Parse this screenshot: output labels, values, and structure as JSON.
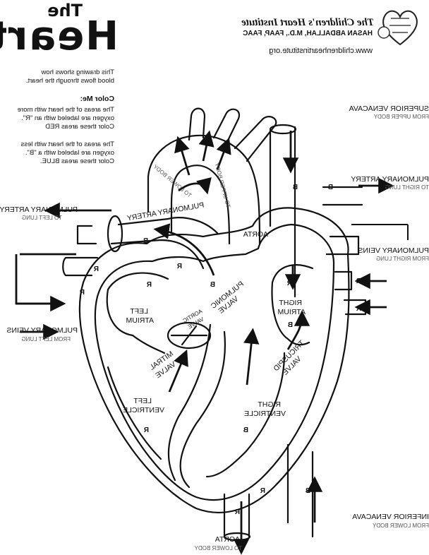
{
  "header": {
    "title_small": "The",
    "title_large": "Heart",
    "institute": "The Children's Heart Institute",
    "author": "HASAN ABDALLAH, M.D., FAAP, FAAC",
    "url": "www.childrenheartinstitute.org",
    "logo": "heart-logo-icon"
  },
  "intro": {
    "line1": "This drawing shows how",
    "line2": "blood flows through the heart.",
    "color_heading": "Color Me:",
    "red_line1": "The areas of the heart with more",
    "red_line2": "oxygen are labeled with an \"R\".",
    "red_line3": "Color these areas RED",
    "blue_line1": "The areas of the heart with less",
    "blue_line2": "oxygen are labeled with a \"B\".",
    "blue_line3": "Color these areas BLUE."
  },
  "labels": {
    "superior_vena_cava": "SUPERIOR VENACAVA",
    "svc_sub": "FROM UPPER BODY",
    "pa_right": "PULMONARY ARTERY",
    "pa_right_sub": "TO RIGHT LUNG",
    "pa_left": "PULMONARY ARTERY",
    "pa_left_sub": "TO LEFT LUNG",
    "pv_right": "PULMONARY VEINS",
    "pv_right_sub": "FROM RIGHT LUNG",
    "pv_left": "PULMONARY VEINS",
    "pv_left_sub": "FROM LEFT LUNG",
    "ivc": "INFERIOR VENACAVA",
    "ivc_sub": "FROM LOWER BODY",
    "aorta_bottom": "AORTA",
    "aorta_bottom_sub": "TO LOWER BODY",
    "aorta_arch": "AORTA",
    "to_lower_body": "TO LOWER BODY",
    "to_upper_body": "TO UPPER BODY",
    "pa_trunk": "PULMONARY ARTERY",
    "left_atrium": [
      "LEFT",
      "ATRIUM"
    ],
    "right_atrium": [
      "RIGHT",
      "ATRIUM"
    ],
    "left_ventricle": [
      "LEFT",
      "VENTRICLE"
    ],
    "right_ventricle": [
      "RIGHT",
      "VENTRICLE"
    ],
    "pulmonic_valve": [
      "PULMONIC",
      "VALVE"
    ],
    "aortic_valve": [
      "AORTIC",
      "VALVE"
    ],
    "mitral_valve": [
      "MITRAL",
      "VALVE"
    ],
    "tricuspid_valve": [
      "TRICUSPID",
      "VALVE"
    ],
    "r": "R",
    "b": "B"
  }
}
